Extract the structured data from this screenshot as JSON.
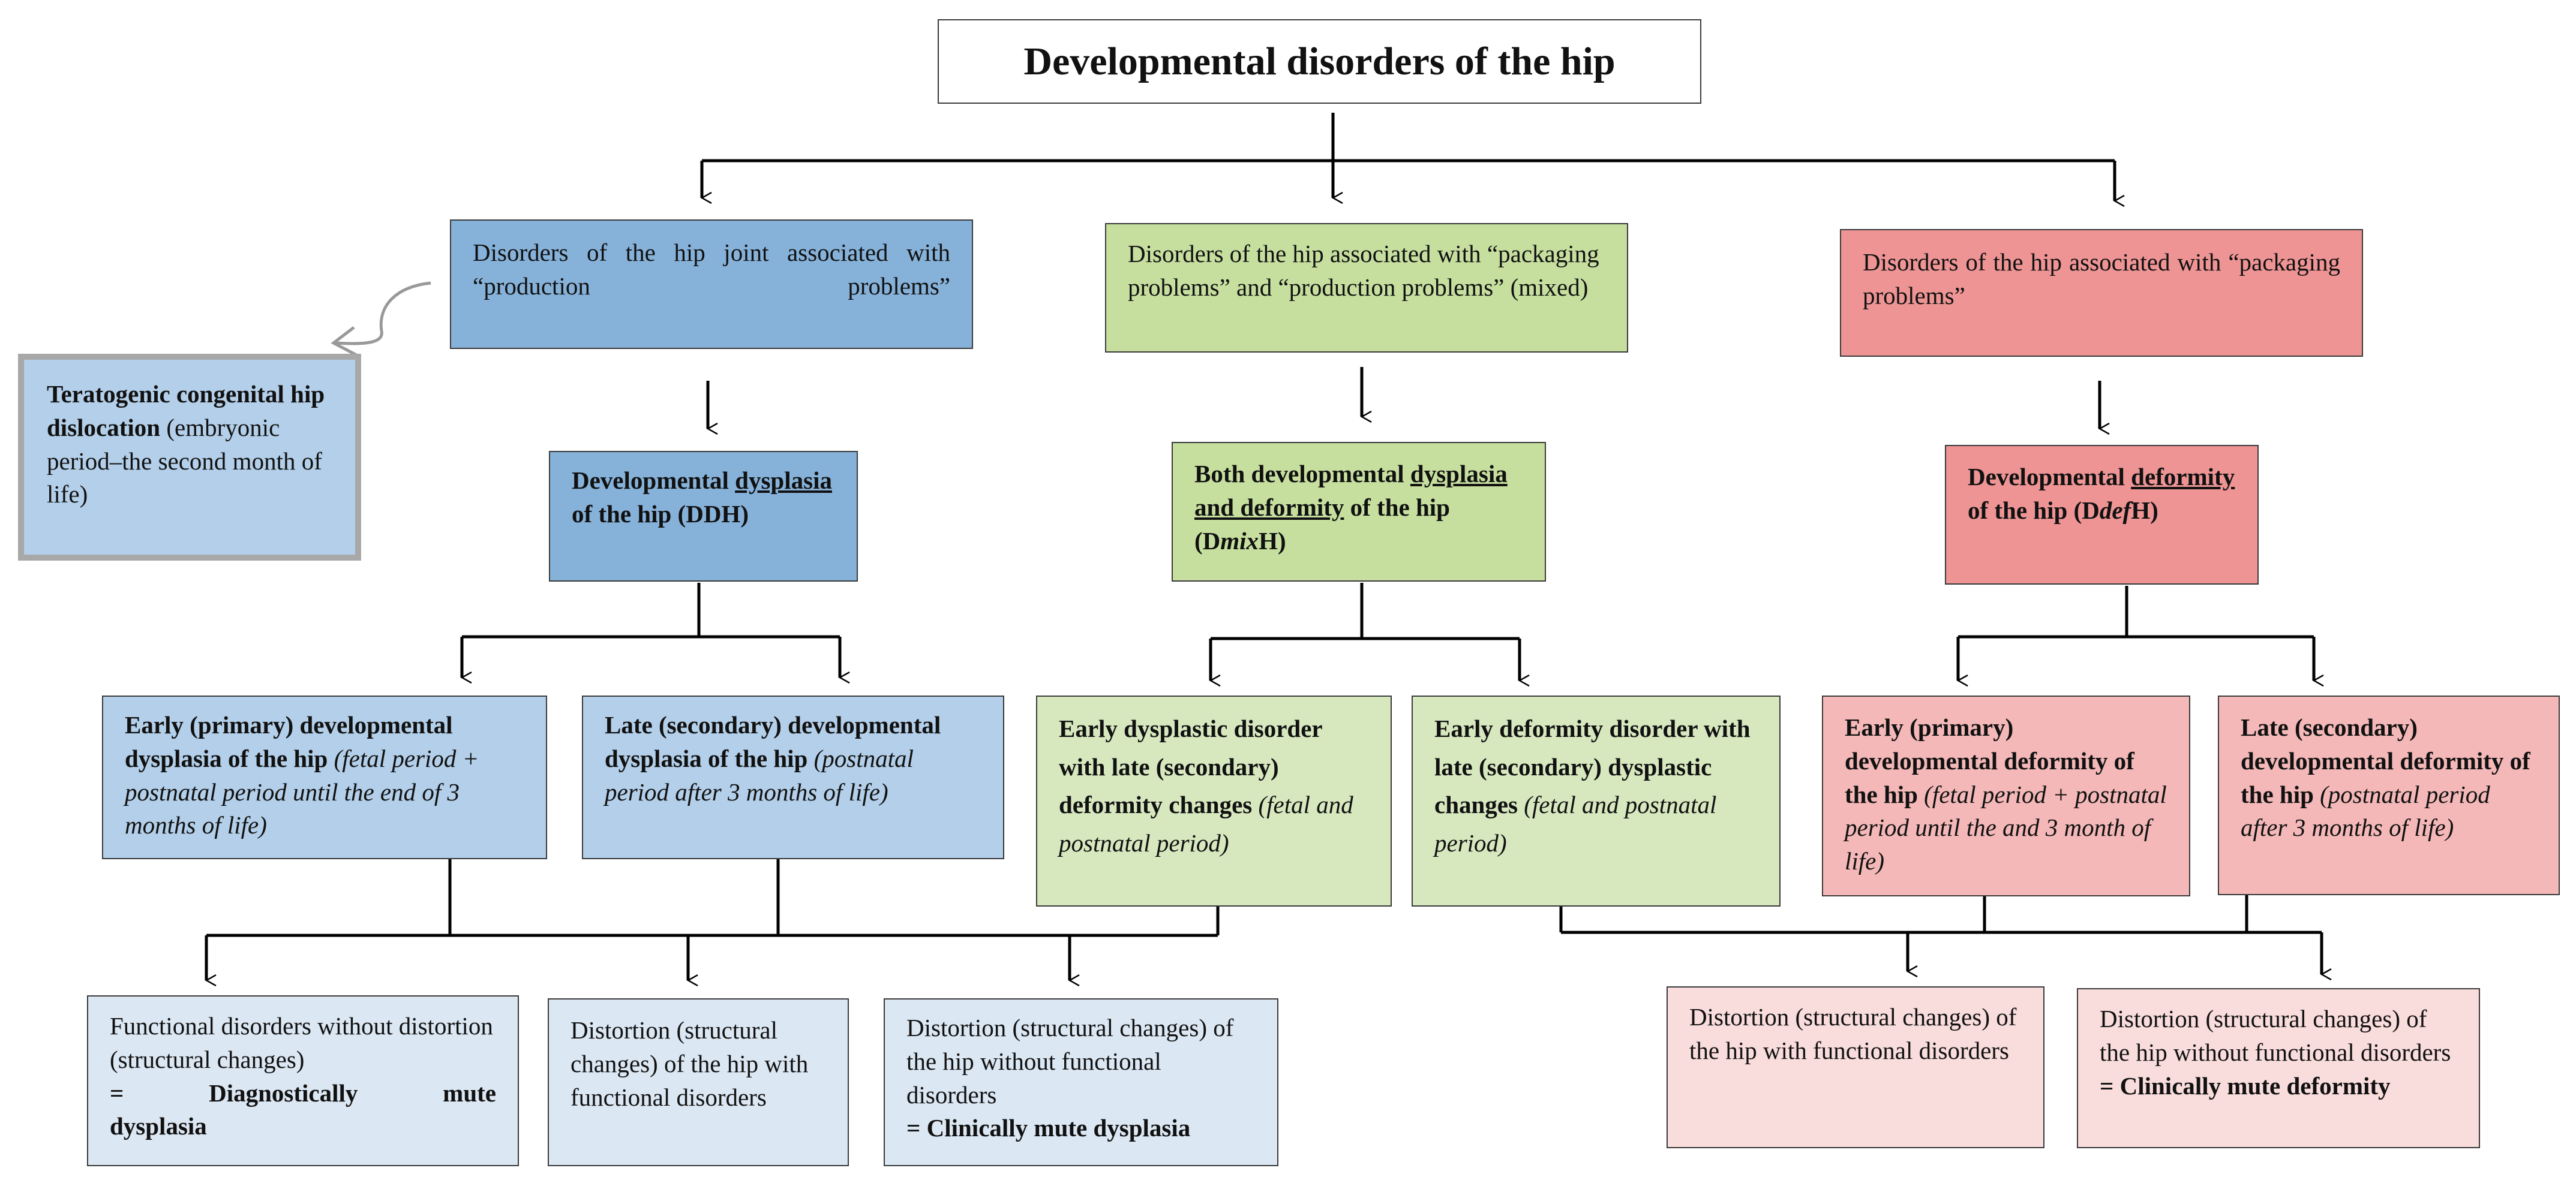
{
  "title": "Developmental disorders of the hip",
  "colors": {
    "production": "#86b2da",
    "mixed": "#c6df9f",
    "packaging": "#ee9494",
    "lines": "#000000"
  },
  "category": {
    "production": "Disorders of the hip joint associated with “production problems”",
    "mixed": "Disorders of the hip associated with “packaging problems” and “production problems” (mixed)",
    "packaging": "Disorders of the hip associated with “packaging problems”"
  },
  "teratogenic": {
    "bold": "Teratogenic congenital hip dislocation",
    "rest": "(embryonic period–the second month of life)"
  },
  "ddh": {
    "pre": "Developmental",
    "u": "dysplasia",
    "post": "of the hip (DDH)"
  },
  "dmixh": {
    "pre": "Both developmental",
    "u": "dysplasia and deformity",
    "post1": "of the hip (D",
    "mid": "mix",
    "post2": "H)"
  },
  "ddefh": {
    "pre": "Developmental",
    "u": "deformity",
    "post1": "of the hip (D",
    "mid": "def",
    "post2": "H)"
  },
  "early_ddh": {
    "bold": "Early (primary) developmental dysplasia of the hip",
    "ital": "(fetal period + postnatal period until the end of 3 months of life)"
  },
  "late_ddh": {
    "bold": "Late (secondary) developmental dysplasia of the hip",
    "ital": "(postnatal period after 3  months of life)"
  },
  "early_dysplastic": {
    "bold": "Early dysplastic disorder with late (secondary) deformity changes",
    "ital": "(fetal and postnatal period)"
  },
  "early_deformity": {
    "bold": "Early deformity disorder with late (secondary) dysplastic changes",
    "ital": "(fetal and postnatal period)"
  },
  "early_def": {
    "bold": "Early (primary) developmental deformity of the hip",
    "ital": "(fetal period + postnatal period until the and 3 month of life)"
  },
  "late_def": {
    "bold": "Late (secondary) developmental deformity of the hip",
    "ital": "(postnatal period after 3 months of life)"
  },
  "outcome": {
    "functional_a": "Functional disorders without distortion (structural changes)",
    "functional_b1": "=",
    "functional_b2": "Diagnostically",
    "functional_b3": "mute",
    "functional_c": "dysplasia",
    "distortion_func": "Distortion (structural changes) of the hip with functional disorders",
    "distortion_nofunc_a": "Distortion (structural changes) of the hip without functional disorders",
    "distortion_nofunc_b": "= Clinically mute dysplasia",
    "def_distortion_func": "Distortion (structural changes) of the hip with functional disorders",
    "def_distortion_nofunc_a": "Distortion (structural changes) of the hip without functional disorders",
    "def_distortion_nofunc_b": "= Clinically mute deformity"
  }
}
